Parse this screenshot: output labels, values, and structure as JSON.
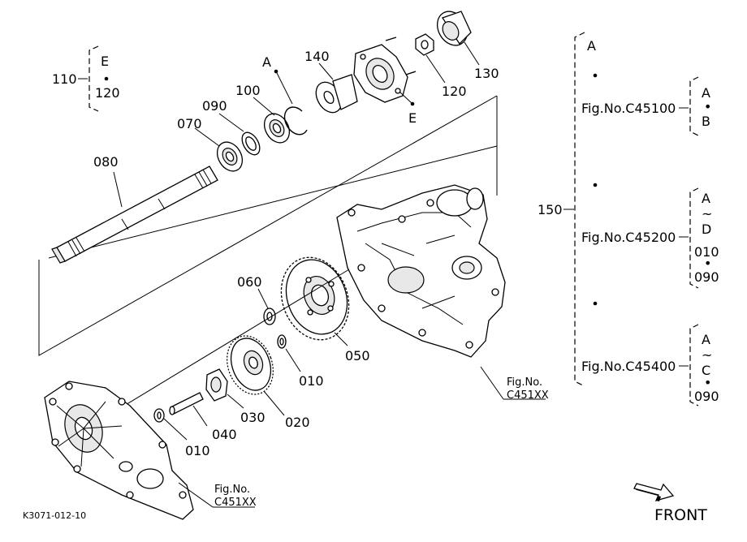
{
  "callouts": {
    "p010a": "010",
    "p010b": "010",
    "p020": "020",
    "p030": "030",
    "p040": "040",
    "p050": "050",
    "p060": "060",
    "p070": "070",
    "p080": "080",
    "p090": "090",
    "p100": "100",
    "p110": "110",
    "p120": "120",
    "p120b": "120",
    "p130": "130",
    "p140": "140",
    "p150": "150"
  },
  "ref_marks": {
    "a": "A",
    "e": "E"
  },
  "range_110": {
    "from": "E",
    "to": "120"
  },
  "fig_refs": {
    "case_upper": {
      "line1": "Fig.No.",
      "line2": "C451XX"
    },
    "case_lower": {
      "line1": "Fig.No.",
      "line2": "C451XX"
    }
  },
  "group_150": {
    "label": "150",
    "top": "A",
    "rows": [
      {
        "fig": "Fig.No.C45100",
        "range": [
          "A",
          "•",
          "B"
        ]
      },
      {
        "fig": "Fig.No.C45200",
        "range": [
          "A",
          "~",
          "D",
          "010",
          "•",
          "090"
        ]
      },
      {
        "fig": "Fig.No.C45400",
        "range": [
          "A",
          "~",
          "C",
          "•",
          "090"
        ]
      }
    ]
  },
  "front_label": "FRONT",
  "drawing_code": "K3071-012-10",
  "icons": {
    "front_arrow": "front-arrow-icon"
  }
}
